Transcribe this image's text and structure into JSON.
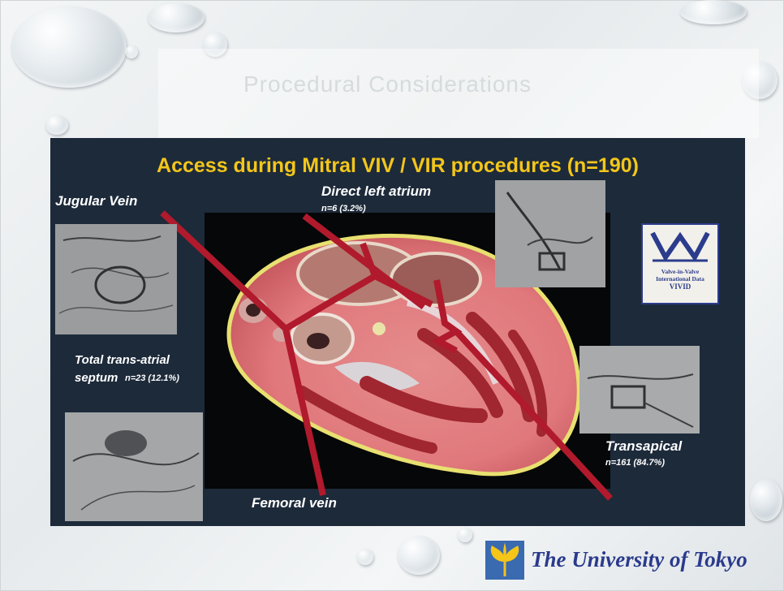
{
  "slide": {
    "ghost_title": "Procedural Considerations",
    "title": "Access during Mitral VIV / VIR procedures (n=190)",
    "labels": {
      "jugular": "Jugular Vein",
      "direct_la": "Direct left atrium",
      "direct_la_count": "n=6 (3.2%)",
      "transseptal_1": "Total trans-atrial",
      "transseptal_2": "septum",
      "transseptal_count": "n=23 (12.1%)",
      "femoral": "Femoral vein",
      "transapical": "Transapical",
      "transapical_count": "n=161 (84.7%)"
    },
    "vvid_logo": {
      "line1": "Valve-in-Valve",
      "line2": "International Data",
      "line3": "VIVID"
    }
  },
  "footer": {
    "university": "The University of Tokyo"
  },
  "colors": {
    "slide_bg": "#1d2a3a",
    "title": "#f3c61a",
    "arrow": "#b01a2c",
    "uni_text": "#2a3a8c"
  }
}
